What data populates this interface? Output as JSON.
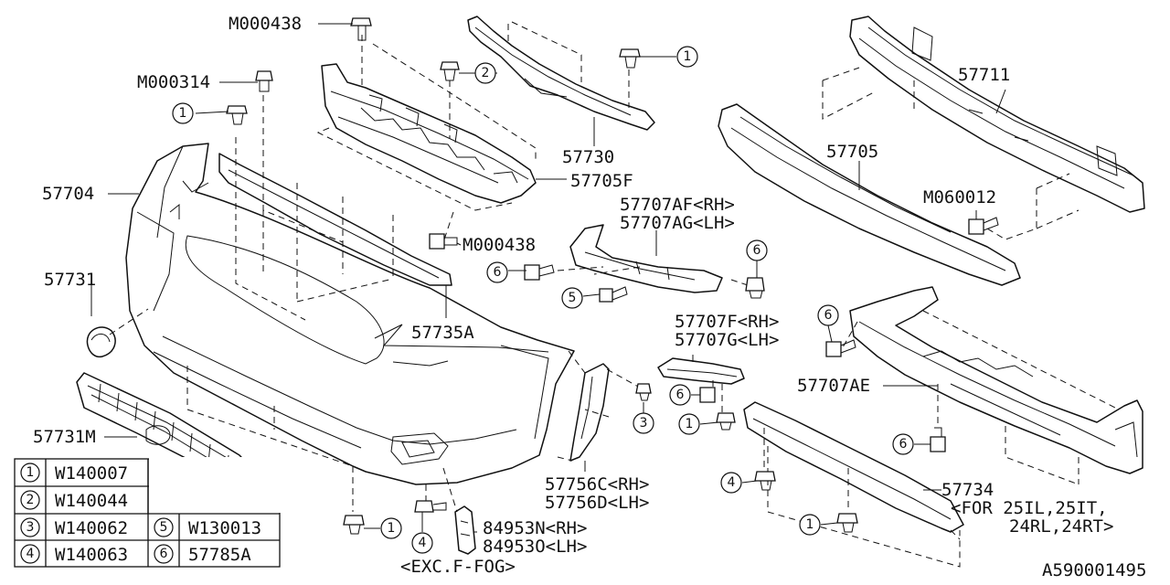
{
  "labels": {
    "m000438_top": "M000438",
    "m000314": "M000314",
    "p57704": "57704",
    "p57731": "57731",
    "p57731m": "57731M",
    "p57730": "57730",
    "p57705f": "57705F",
    "m000438_mid": "M000438",
    "p57735a": "57735A",
    "p57707af": "57707AF<RH>",
    "p57707ag": "57707AG<LH>",
    "p57711": "57711",
    "p57705": "57705",
    "m060012": "M060012",
    "p57707f": "57707F<RH>",
    "p57707g": "57707G<LH>",
    "p57707ae": "57707AE",
    "p57756c": "57756C<RH>",
    "p57756d": "57756D<LH>",
    "p84953n": "84953N<RH>",
    "p84953o": "84953O<LH>",
    "exc_ffog": "<EXC.F-FOG>",
    "p57734": "57734",
    "for_note_1": "<FOR 25IL,25IT,",
    "for_note_2": "24RL,24RT>",
    "diagram_id": "A590001495"
  },
  "callouts": {
    "c1_topleft": "1",
    "c2_top": "2",
    "c1_top": "1",
    "c6_left": "6",
    "c5_mid": "5",
    "c6_right": "6",
    "c6_side": "6",
    "c6_bracket": "6",
    "c1_bracket": "1",
    "c3_mid": "3",
    "c6_lower": "6",
    "c4_lower": "4",
    "c1_lower": "1",
    "c1_bottom": "1",
    "c4_bottom": "4"
  },
  "legend": {
    "rows": [
      {
        "num_a": "1",
        "part_a": "W140007",
        "num_b": "",
        "part_b": ""
      },
      {
        "num_a": "2",
        "part_a": "W140044",
        "num_b": "",
        "part_b": ""
      },
      {
        "num_a": "3",
        "part_a": "W140062",
        "num_b": "5",
        "part_b": "W130013"
      },
      {
        "num_a": "4",
        "part_a": "W140063",
        "num_b": "6",
        "part_b": "57785A"
      }
    ]
  }
}
